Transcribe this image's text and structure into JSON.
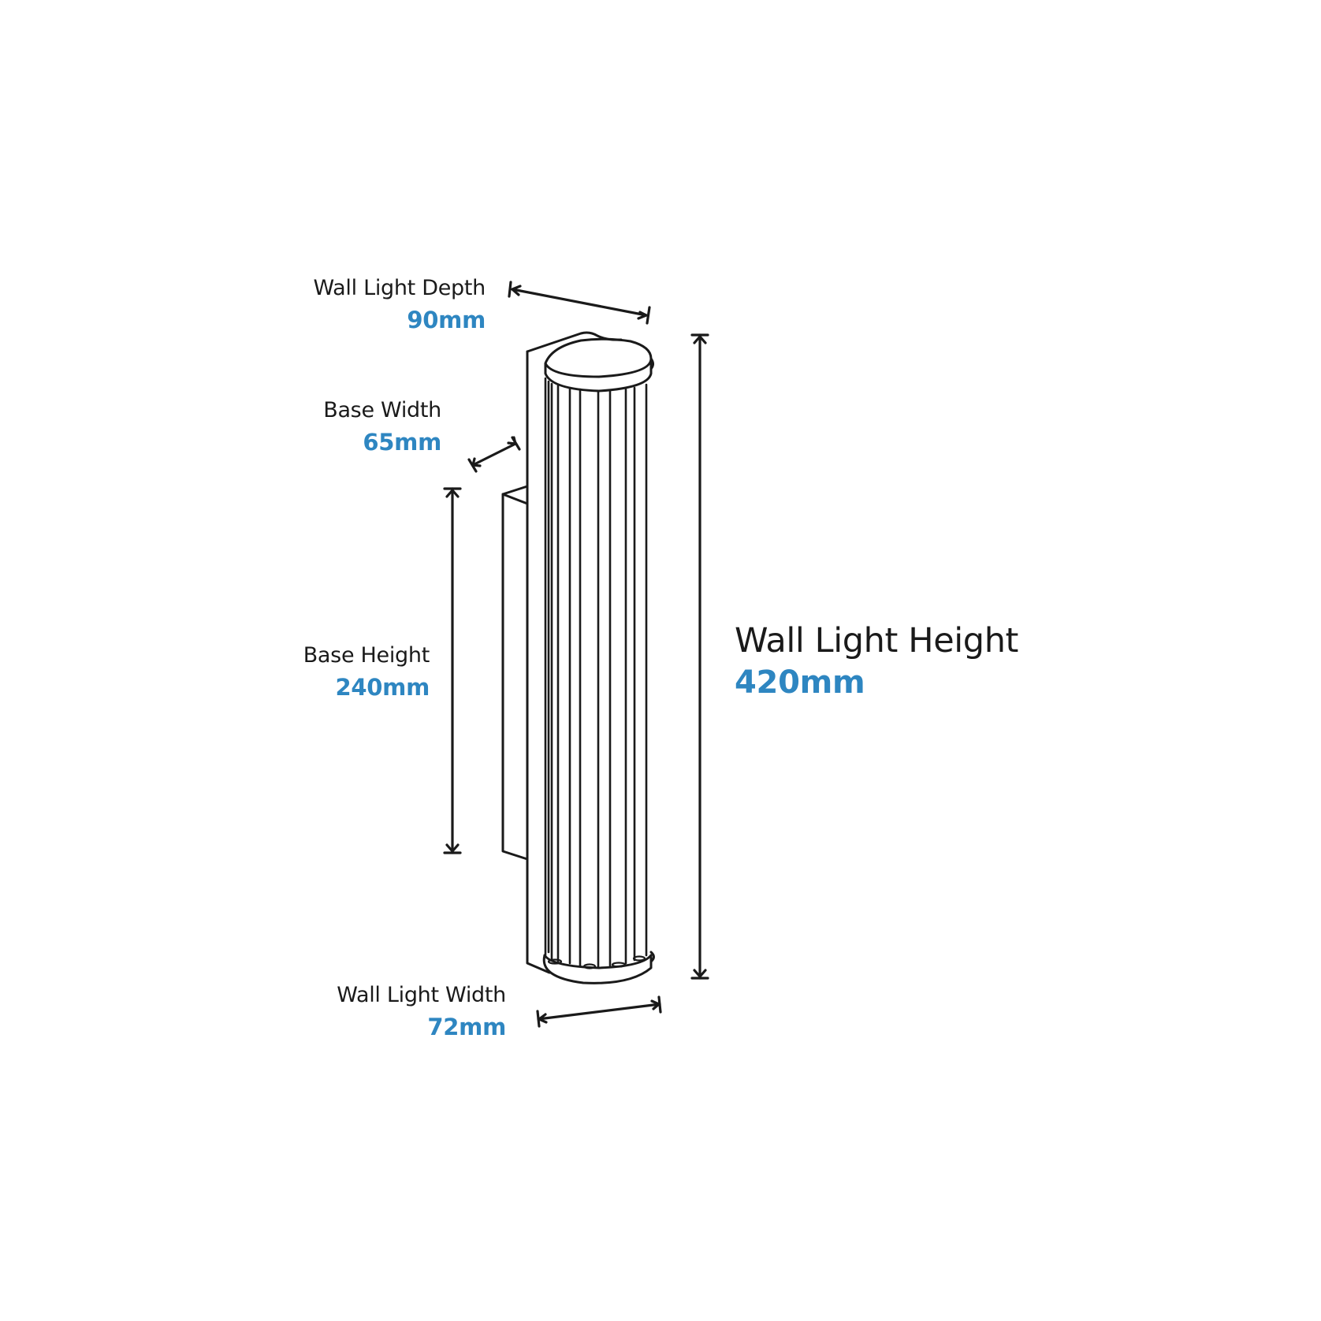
{
  "diagram": {
    "subject": "Fluted cylindrical wall light – dimension drawing",
    "accent_color": "#2e86c1",
    "text_color": "#1a1a1a",
    "line_color": "#1a1a1a"
  },
  "dimensions": {
    "depth": {
      "label": "Wall Light Depth",
      "value": "90mm"
    },
    "base_width": {
      "label": "Base Width",
      "value": "65mm"
    },
    "base_height": {
      "label": "Base Height",
      "value": "240mm"
    },
    "width": {
      "label": "Wall Light Width",
      "value": "72mm"
    },
    "height": {
      "label": "Wall Light Height",
      "value": "420mm"
    }
  }
}
